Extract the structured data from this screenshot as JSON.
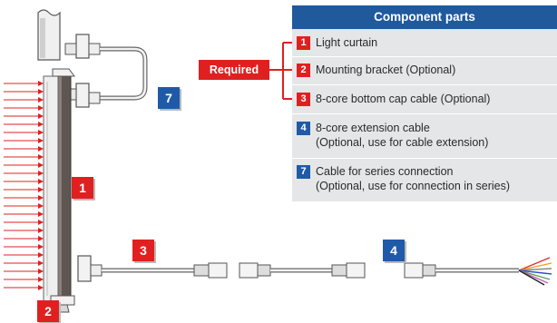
{
  "panel": {
    "title": "Component parts",
    "required_label": "Required",
    "parts": [
      {
        "number": "1",
        "color": "red",
        "label": "Light curtain",
        "note": ""
      },
      {
        "number": "2",
        "color": "red",
        "label": "Mounting bracket (Optional)",
        "note": ""
      },
      {
        "number": "3",
        "color": "red",
        "label": "8-core bottom cap cable (Optional)",
        "note": ""
      },
      {
        "number": "4",
        "color": "blue",
        "label": "8-core extension cable",
        "note": "(Optional, use for cable extension)"
      },
      {
        "number": "7",
        "color": "blue",
        "label": "Cable for series connection",
        "note": "(Optional, use for connection in series)"
      }
    ]
  },
  "callouts": {
    "c1": "1",
    "c2": "2",
    "c3": "3",
    "c4": "4",
    "c7": "7"
  },
  "colors": {
    "required_red": "#e02020",
    "optional_blue": "#1f5aa8",
    "header_blue": "#20599c",
    "panel_gray": "#e4e6e8"
  }
}
